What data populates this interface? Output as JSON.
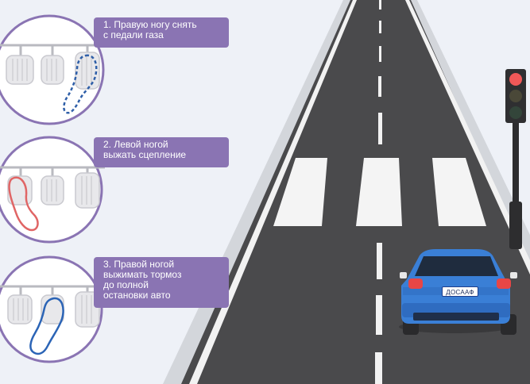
{
  "steps": [
    {
      "lines": [
        "1. Правую ногу снять",
        "с педали газа"
      ],
      "foot": "right",
      "foot_color": "#2f5fa8",
      "foot_style": "dashed"
    },
    {
      "lines": [
        "2. Левой ногой",
        "выжать сцепление"
      ],
      "foot": "left",
      "foot_color": "#e06565",
      "foot_style": "solid"
    },
    {
      "lines": [
        "3. Правой ногой",
        "выжимать тормоз",
        "до полной",
        "остановки авто"
      ],
      "foot": "right",
      "foot_color": "#2b64b6",
      "foot_style": "solid"
    }
  ],
  "car": {
    "plate": "ДОСААФ",
    "color": "#3a7fd6"
  },
  "traffic_light": {
    "active": "red"
  },
  "colors": {
    "accent_purple": "#8a74b3",
    "road": "#4a4a4c",
    "lane_marking": "#ffffff",
    "background": "#eef1f7"
  },
  "icons": [
    "pedal-panel-icon",
    "footprint-icon",
    "traffic-light-icon",
    "car-icon"
  ]
}
